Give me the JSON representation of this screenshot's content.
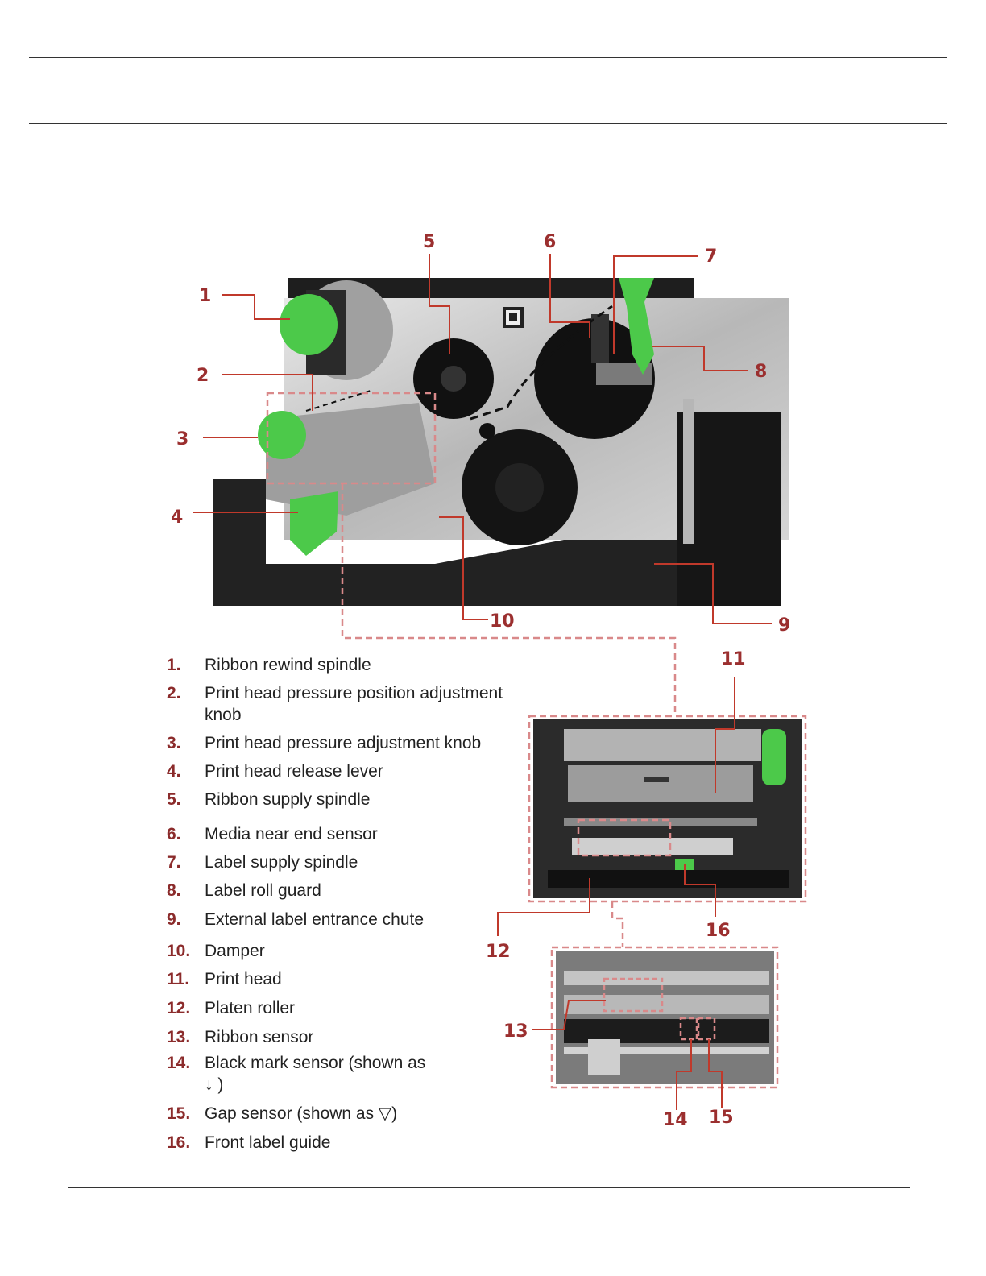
{
  "figure": {
    "callouts": [
      "1",
      "2",
      "3",
      "4",
      "5",
      "6",
      "7",
      "8",
      "9",
      "10",
      "11",
      "12",
      "13",
      "14",
      "15",
      "16"
    ]
  },
  "legend": [
    {
      "num": "1.",
      "text": "Ribbon rewind spindle"
    },
    {
      "num": "2.",
      "text": "Print head pressure position adjustment knob"
    },
    {
      "num": "3.",
      "text": "Print head pressure adjustment knob"
    },
    {
      "num": "4.",
      "text": "Print head release lever"
    },
    {
      "num": "5.",
      "text": "Ribbon supply spindle"
    },
    {
      "num": "6.",
      "text": "Media near end sensor"
    },
    {
      "num": "7.",
      "text": "Label supply spindle"
    },
    {
      "num": "8.",
      "text": "Label roll guard"
    },
    {
      "num": "9.",
      "text": "External label entrance chute"
    },
    {
      "num": "10.",
      "text": "Damper"
    },
    {
      "num": "11.",
      "text": "Print head"
    },
    {
      "num": "12.",
      "text": "Platen roller"
    },
    {
      "num": "13.",
      "text": "Ribbon sensor"
    },
    {
      "num": "14.",
      "text": "Black mark sensor (shown as ↓ )"
    },
    {
      "num": "15.",
      "text": "Gap sensor (shown as ▽)"
    },
    {
      "num": "16.",
      "text": "Front label guide"
    }
  ],
  "colors": {
    "callout": "#9b2f2f",
    "accent_green": "#4cc94a",
    "dash": "#d9898a"
  }
}
